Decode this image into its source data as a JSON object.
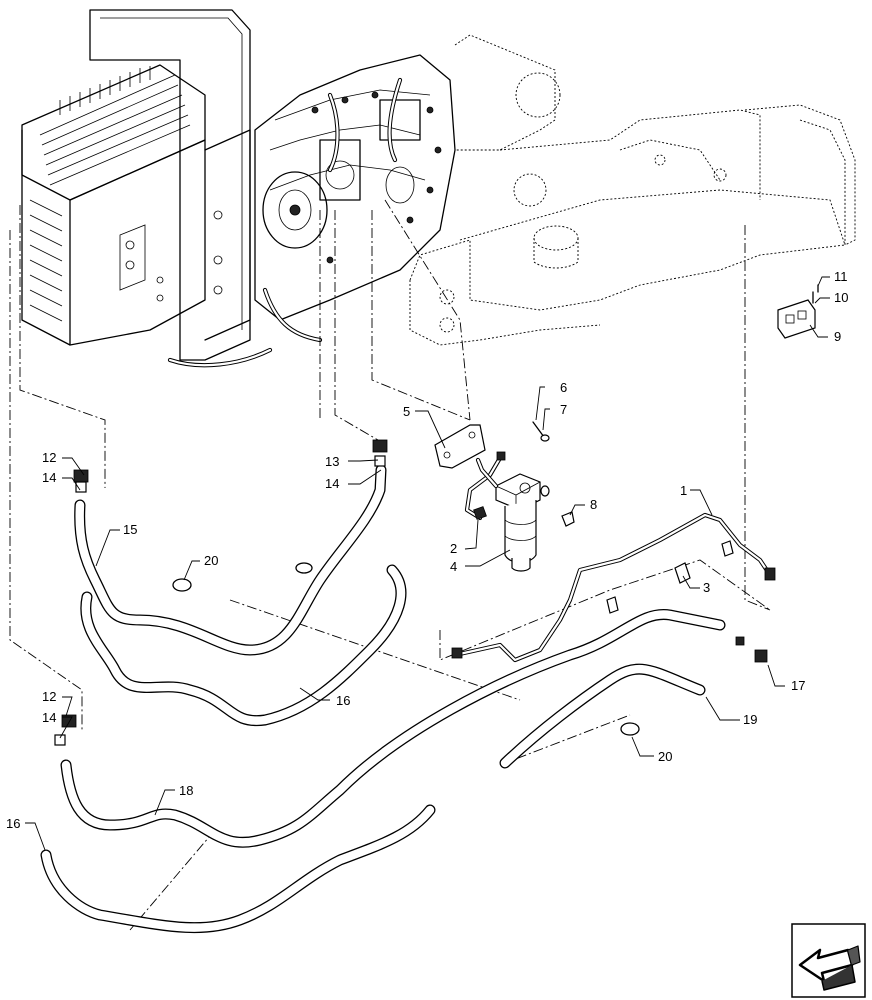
{
  "callouts": [
    {
      "id": "c1",
      "text": "1"
    },
    {
      "id": "c2",
      "text": "2"
    },
    {
      "id": "c3",
      "text": "3"
    },
    {
      "id": "c4",
      "text": "4"
    },
    {
      "id": "c5",
      "text": "5"
    },
    {
      "id": "c6",
      "text": "6"
    },
    {
      "id": "c7",
      "text": "7"
    },
    {
      "id": "c8",
      "text": "8"
    },
    {
      "id": "c9",
      "text": "9"
    },
    {
      "id": "c10",
      "text": "10"
    },
    {
      "id": "c11",
      "text": "11"
    },
    {
      "id": "c12a",
      "text": "12"
    },
    {
      "id": "c12b",
      "text": "12"
    },
    {
      "id": "c13",
      "text": "13"
    },
    {
      "id": "c14a",
      "text": "14"
    },
    {
      "id": "c14b",
      "text": "14"
    },
    {
      "id": "c14c",
      "text": "14"
    },
    {
      "id": "c15",
      "text": "15"
    },
    {
      "id": "c16a",
      "text": "16"
    },
    {
      "id": "c16b",
      "text": "16"
    },
    {
      "id": "c17",
      "text": "17"
    },
    {
      "id": "c18",
      "text": "18"
    },
    {
      "id": "c19",
      "text": "19"
    },
    {
      "id": "c20a",
      "text": "20"
    },
    {
      "id": "c20b",
      "text": "20"
    }
  ],
  "icons": {
    "orientation": "direction-arrow-icon"
  }
}
